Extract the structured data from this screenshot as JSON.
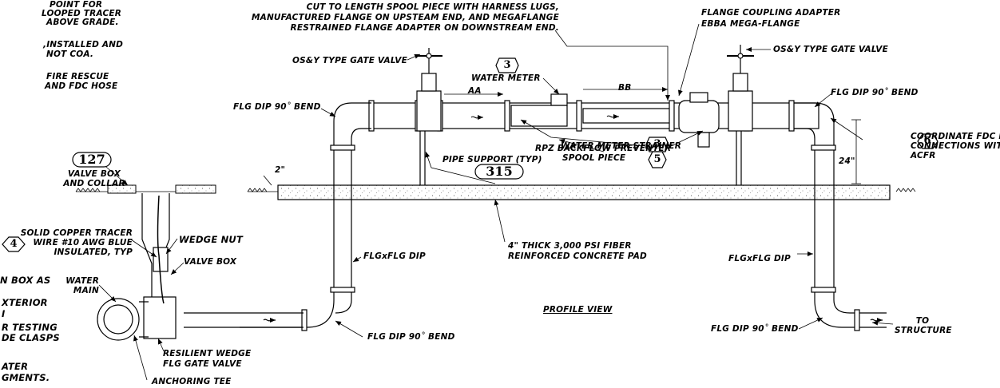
{
  "notes_left": {
    "line1": "POINT FOR",
    "line2": "LOOPED TRACER",
    "line3": "ABOVE GRADE.",
    "line4": ",INSTALLED AND",
    "line5": "NOT COA.",
    "line6": "FIRE RESCUE",
    "line7": "AND FDC HOSE",
    "line8": "N BOX AS",
    "line9": "XTERIOR",
    "line10": "I",
    "line11": "R TESTING",
    "line12": "DE CLASPS",
    "line13": "ATER",
    "line14": "GMENTS."
  },
  "labels": {
    "spool_cut_1": "CUT TO LENGTH SPOOL PIECE WITH HARNESS LUGS,",
    "spool_cut_2": "MANUFACTURED FLANGE ON UPSTEAM END, AND MEGAFLANGE",
    "spool_cut_3": "RESTRAINED FLANGE ADAPTER ON DOWNSTREAM END.",
    "flange_adapter_1": "FLANGE COUPLING ADAPTER",
    "flange_adapter_2": "EBBA MEGA-FLANGE",
    "gate_valve_left": "OS&Y TYPE GATE VALVE",
    "gate_valve_right": "OS&Y TYPE GATE VALVE",
    "water_meter": "WATER METER",
    "dim_aa": "AA",
    "dim_bb": "BB",
    "bend_top_left": "FLG DIP 90˚ BEND",
    "bend_top_right": "FLG DIP 90˚ BEND",
    "meter_strainer": "WATER METER STRAINER",
    "spool_piece": "SPOOL PIECE",
    "rpz": "RPZ BACKFLOW PREVENTER",
    "pipe_support": "PIPE SUPPORT (TYP)",
    "fdc_1": "COORDINATE FDC HOS",
    "fdc_2": "CONNECTIONS WITH",
    "fdc_3": "ACFR",
    "dim_24": "24\"",
    "dim_2": "2\"",
    "valve_box_collar_1": "VALVE BOX",
    "valve_box_collar_2": "AND COLLAR",
    "tracer_1": "SOLID COPPER TRACER",
    "tracer_2": "WIRE #10 AWG BLUE",
    "tracer_3": "INSULATED, TYP",
    "wedge_nut": "WEDGE NUT",
    "valve_box": "VALVE BOX",
    "water_main_1": "WATER",
    "water_main_2": "MAIN",
    "concrete_1": "4\" THICK 3,000 PSI FIBER",
    "concrete_2": "REINFORCED CONCRETE PAD",
    "flgxflg_left": "FLGxFLG DIP",
    "flgxflg_right": "FLGxFLG DIP",
    "profile_view": "PROFILE VIEW",
    "bend_bottom_left": "FLG DIP 90˚ BEND",
    "bend_bottom_right": "FLG DIP 90˚ BEND",
    "to_structure_1": "TO",
    "to_structure_2": "STRUCTURE",
    "resilient_1": "RESILIENT WEDGE",
    "resilient_2": "FLG GATE VALVE",
    "anchoring_tee": "ANCHORING TEE"
  },
  "tags": {
    "t127": "127",
    "t315": "315",
    "t3a": "3",
    "t3b": "3",
    "t4": "4",
    "t5": "5",
    "t6": "6"
  }
}
